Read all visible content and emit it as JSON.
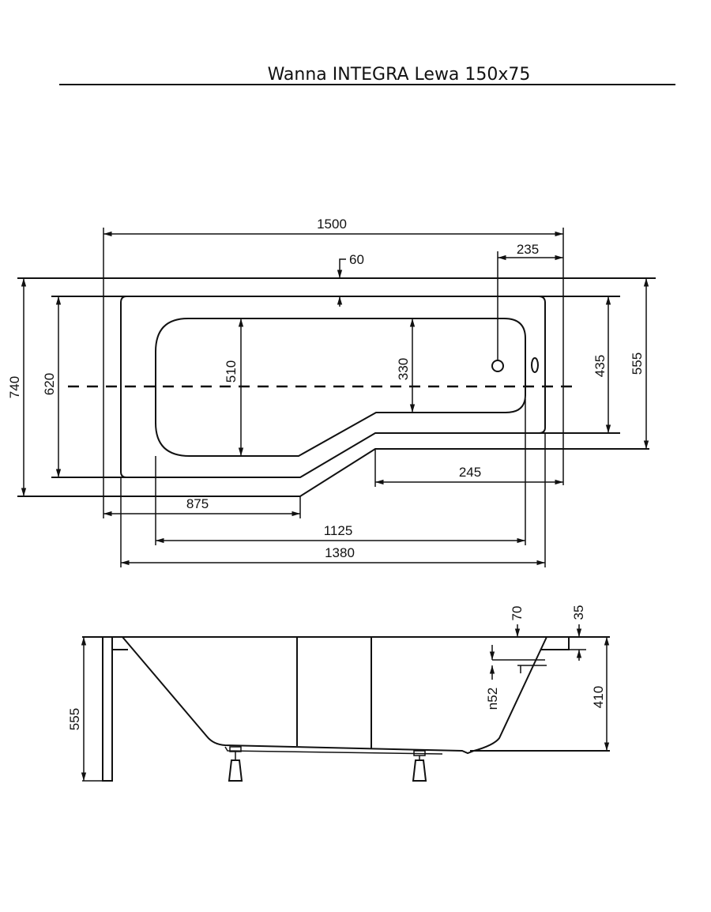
{
  "title": "Wanna INTEGRA Lewa 150x75",
  "top_view": {
    "dims": {
      "overall_length": "1500",
      "drain_offset": "235",
      "rim_width": "60",
      "overall_width": "740",
      "inner_width_left": "620",
      "basin_width_left": "510",
      "basin_width_right": "330",
      "inner_width_right": "435",
      "overall_width_right": "555",
      "step_length_right": "245",
      "step_position_left": "875",
      "basin_length": "1125",
      "inner_length": "1380"
    }
  },
  "side_view": {
    "dims": {
      "total_height": "555",
      "basin_depth": "410",
      "overflow_offset": "70",
      "rim_thickness": "35",
      "overflow_diameter": "n52"
    }
  }
}
